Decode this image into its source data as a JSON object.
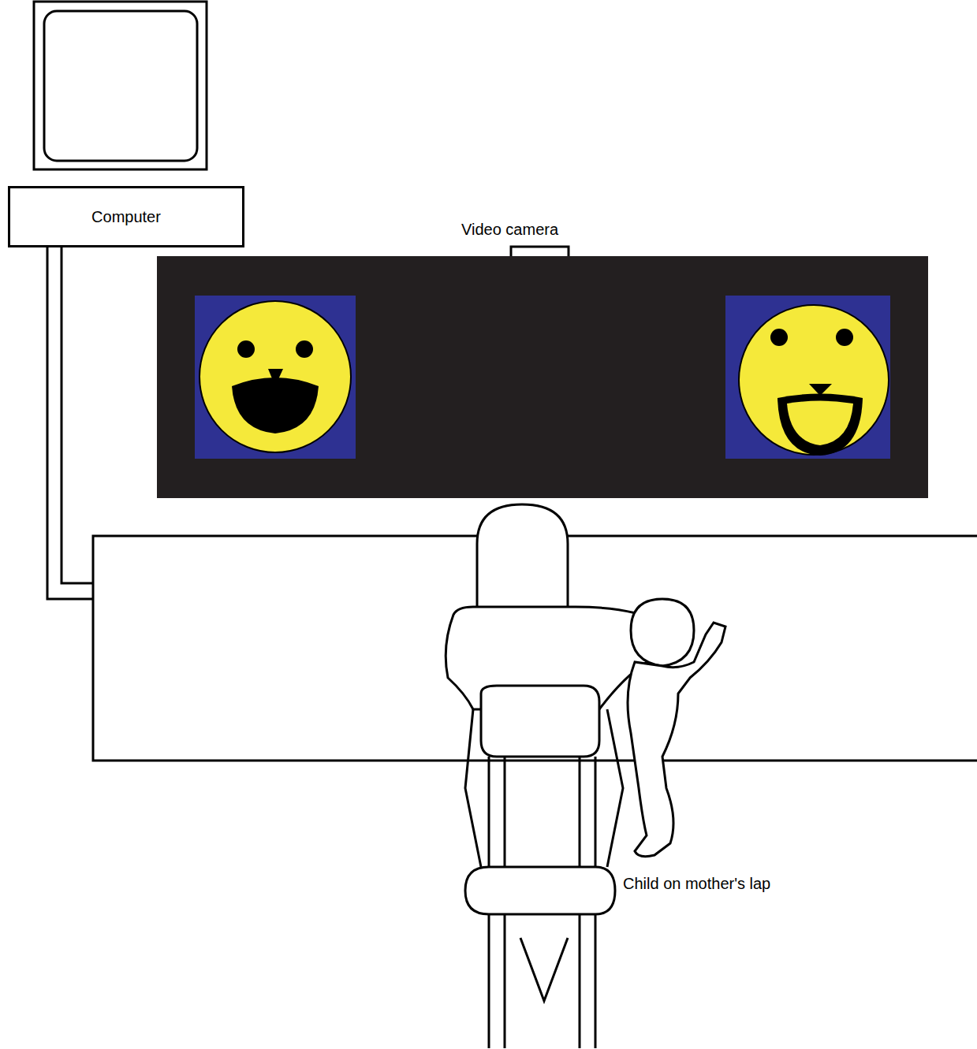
{
  "diagram": {
    "nodes": [
      {
        "text": [
          "Computer"
        ]
      }
    ],
    "labels": [
      "Video camera",
      "Child on mother's lap"
    ]
  }
}
